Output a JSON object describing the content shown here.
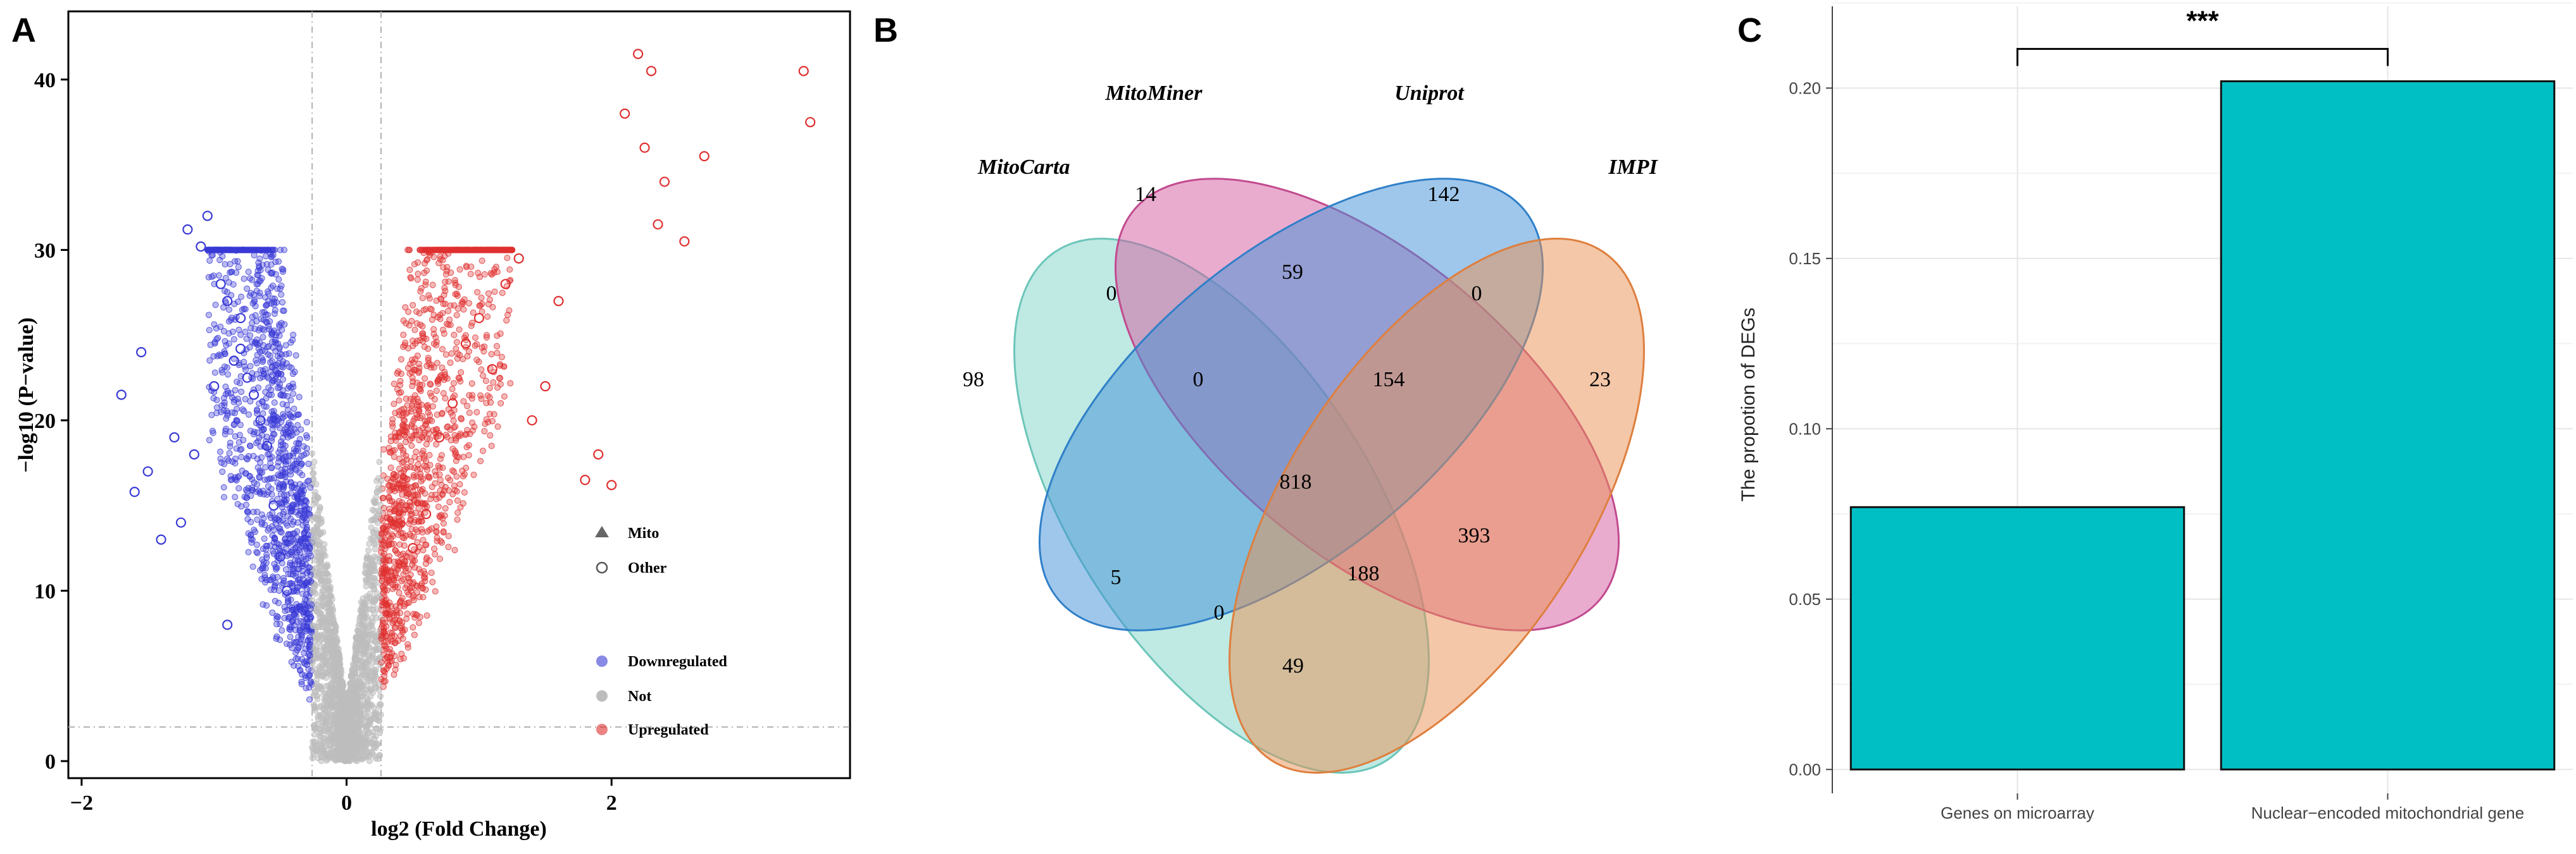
{
  "panels": {
    "A": {
      "letter": "A"
    },
    "B": {
      "letter": "B"
    },
    "C": {
      "letter": "C"
    }
  },
  "chart_data": [
    {
      "type": "scatter",
      "title": "",
      "xlabel": "log2 (Fold Change)",
      "ylabel": "−log10 (P−value)",
      "xlim": [
        -2.1,
        3.8
      ],
      "ylim": [
        -1,
        44
      ],
      "xticks": [
        -2,
        0,
        2
      ],
      "xtick_labels": [
        "−2",
        "0",
        "2"
      ],
      "yticks": [
        0,
        10,
        20,
        30,
        40
      ],
      "ytick_labels": [
        "0",
        "10",
        "20",
        "30",
        "40"
      ],
      "grid": false,
      "thresholds": {
        "log2fc": [
          -0.26,
          0.26
        ],
        "neg_log10_p": 2
      },
      "legend_shape": [
        {
          "label": "Mito",
          "marker": "triangle"
        },
        {
          "label": "Other",
          "marker": "open-circle"
        }
      ],
      "legend_color": [
        {
          "label": "Downregulated",
          "color": "#3a3ad6"
        },
        {
          "label": "Not",
          "color": "#bdbdbd"
        },
        {
          "label": "Upregulated",
          "color": "#e03030"
        }
      ],
      "legend_position": "right-middle",
      "series": [
        {
          "name": "Downregulated",
          "color": "#3a3ad6",
          "x": [
            -1.7,
            -1.6,
            -1.2,
            -1.1,
            -1.05,
            -0.95,
            -0.85,
            -0.8,
            -0.9,
            -1.3,
            -1.5,
            -1.55,
            -1.0,
            -0.75,
            -0.7,
            -0.65,
            -0.6,
            -1.25,
            -1.4,
            -0.55,
            -0.5,
            -0.45,
            -0.9,
            -1.15,
            -0.8
          ],
          "y": [
            21.5,
            15.8,
            31.2,
            30.2,
            32.0,
            28.0,
            23.5,
            24.2,
            27.0,
            19.0,
            17.0,
            24.0,
            22.0,
            22.5,
            21.5,
            20.0,
            18.5,
            14.0,
            13.0,
            15.0,
            12.0,
            10.0,
            8.0,
            18.0,
            26.0
          ]
        },
        {
          "name": "Upregulated",
          "color": "#e03030",
          "x": [
            1.8,
            2.1,
            2.2,
            2.3,
            2.25,
            2.55,
            3.45,
            3.5,
            2.0,
            2.7,
            2.4,
            1.5,
            1.2,
            1.0,
            0.9,
            0.8,
            0.7,
            1.3,
            1.6,
            1.9,
            2.35,
            1.1,
            0.6,
            0.5,
            1.4
          ],
          "y": [
            16.5,
            38.0,
            41.5,
            40.5,
            36.0,
            30.5,
            40.5,
            37.5,
            16.2,
            35.5,
            34.0,
            22.0,
            28.0,
            26.0,
            24.5,
            21.0,
            19.0,
            29.5,
            27.0,
            18.0,
            31.5,
            23.0,
            14.5,
            12.5,
            20.0
          ]
        }
      ]
    },
    {
      "type": "venn",
      "sets": [
        "MitoCarta",
        "MitoMiner",
        "Uniprot",
        "IMPI"
      ],
      "colors": [
        "#7fd4c8",
        "#d45aa0",
        "#3f8fd8",
        "#ea9052"
      ],
      "regions": [
        {
          "sets": [
            "MitoCarta"
          ],
          "value": 98
        },
        {
          "sets": [
            "MitoMiner"
          ],
          "value": 14
        },
        {
          "sets": [
            "Uniprot"
          ],
          "value": 142
        },
        {
          "sets": [
            "IMPI"
          ],
          "value": 23
        },
        {
          "sets": [
            "MitoCarta",
            "MitoMiner"
          ],
          "value": 0
        },
        {
          "sets": [
            "MitoMiner",
            "Uniprot"
          ],
          "value": 59
        },
        {
          "sets": [
            "Uniprot",
            "IMPI"
          ],
          "value": 0
        },
        {
          "sets": [
            "MitoCarta",
            "MitoMiner",
            "Uniprot"
          ],
          "value": 0
        },
        {
          "sets": [
            "MitoMiner",
            "Uniprot",
            "IMPI"
          ],
          "value": 154
        },
        {
          "sets": [
            "MitoCarta",
            "MitoMiner",
            "Uniprot",
            "IMPI"
          ],
          "value": 818
        },
        {
          "sets": [
            "MitoCarta",
            "Uniprot"
          ],
          "value": 5
        },
        {
          "sets": [
            "MitoCarta",
            "Uniprot",
            "IMPI"
          ],
          "value": 0
        },
        {
          "sets": [
            "MitoCarta",
            "MitoMiner",
            "IMPI"
          ],
          "value": 188
        },
        {
          "sets": [
            "MitoMiner",
            "IMPI"
          ],
          "value": 393
        },
        {
          "sets": [
            "MitoCarta",
            "IMPI"
          ],
          "value": 49
        }
      ]
    },
    {
      "type": "bar",
      "title": "",
      "categories": [
        "Genes on microarray",
        "Nuclear−encoded mitochondrial gene"
      ],
      "values": [
        0.077,
        0.202
      ],
      "xlabel": "",
      "ylabel": "The propotion of DEGs",
      "ylim": [
        -0.007,
        0.224
      ],
      "yticks": [
        0.0,
        0.05,
        0.1,
        0.15,
        0.2
      ],
      "ytick_labels": [
        "0.00",
        "0.05",
        "0.10",
        "0.15",
        "0.20"
      ],
      "bar_color": "#00bfc4",
      "grid": true,
      "annotation": "***"
    }
  ]
}
